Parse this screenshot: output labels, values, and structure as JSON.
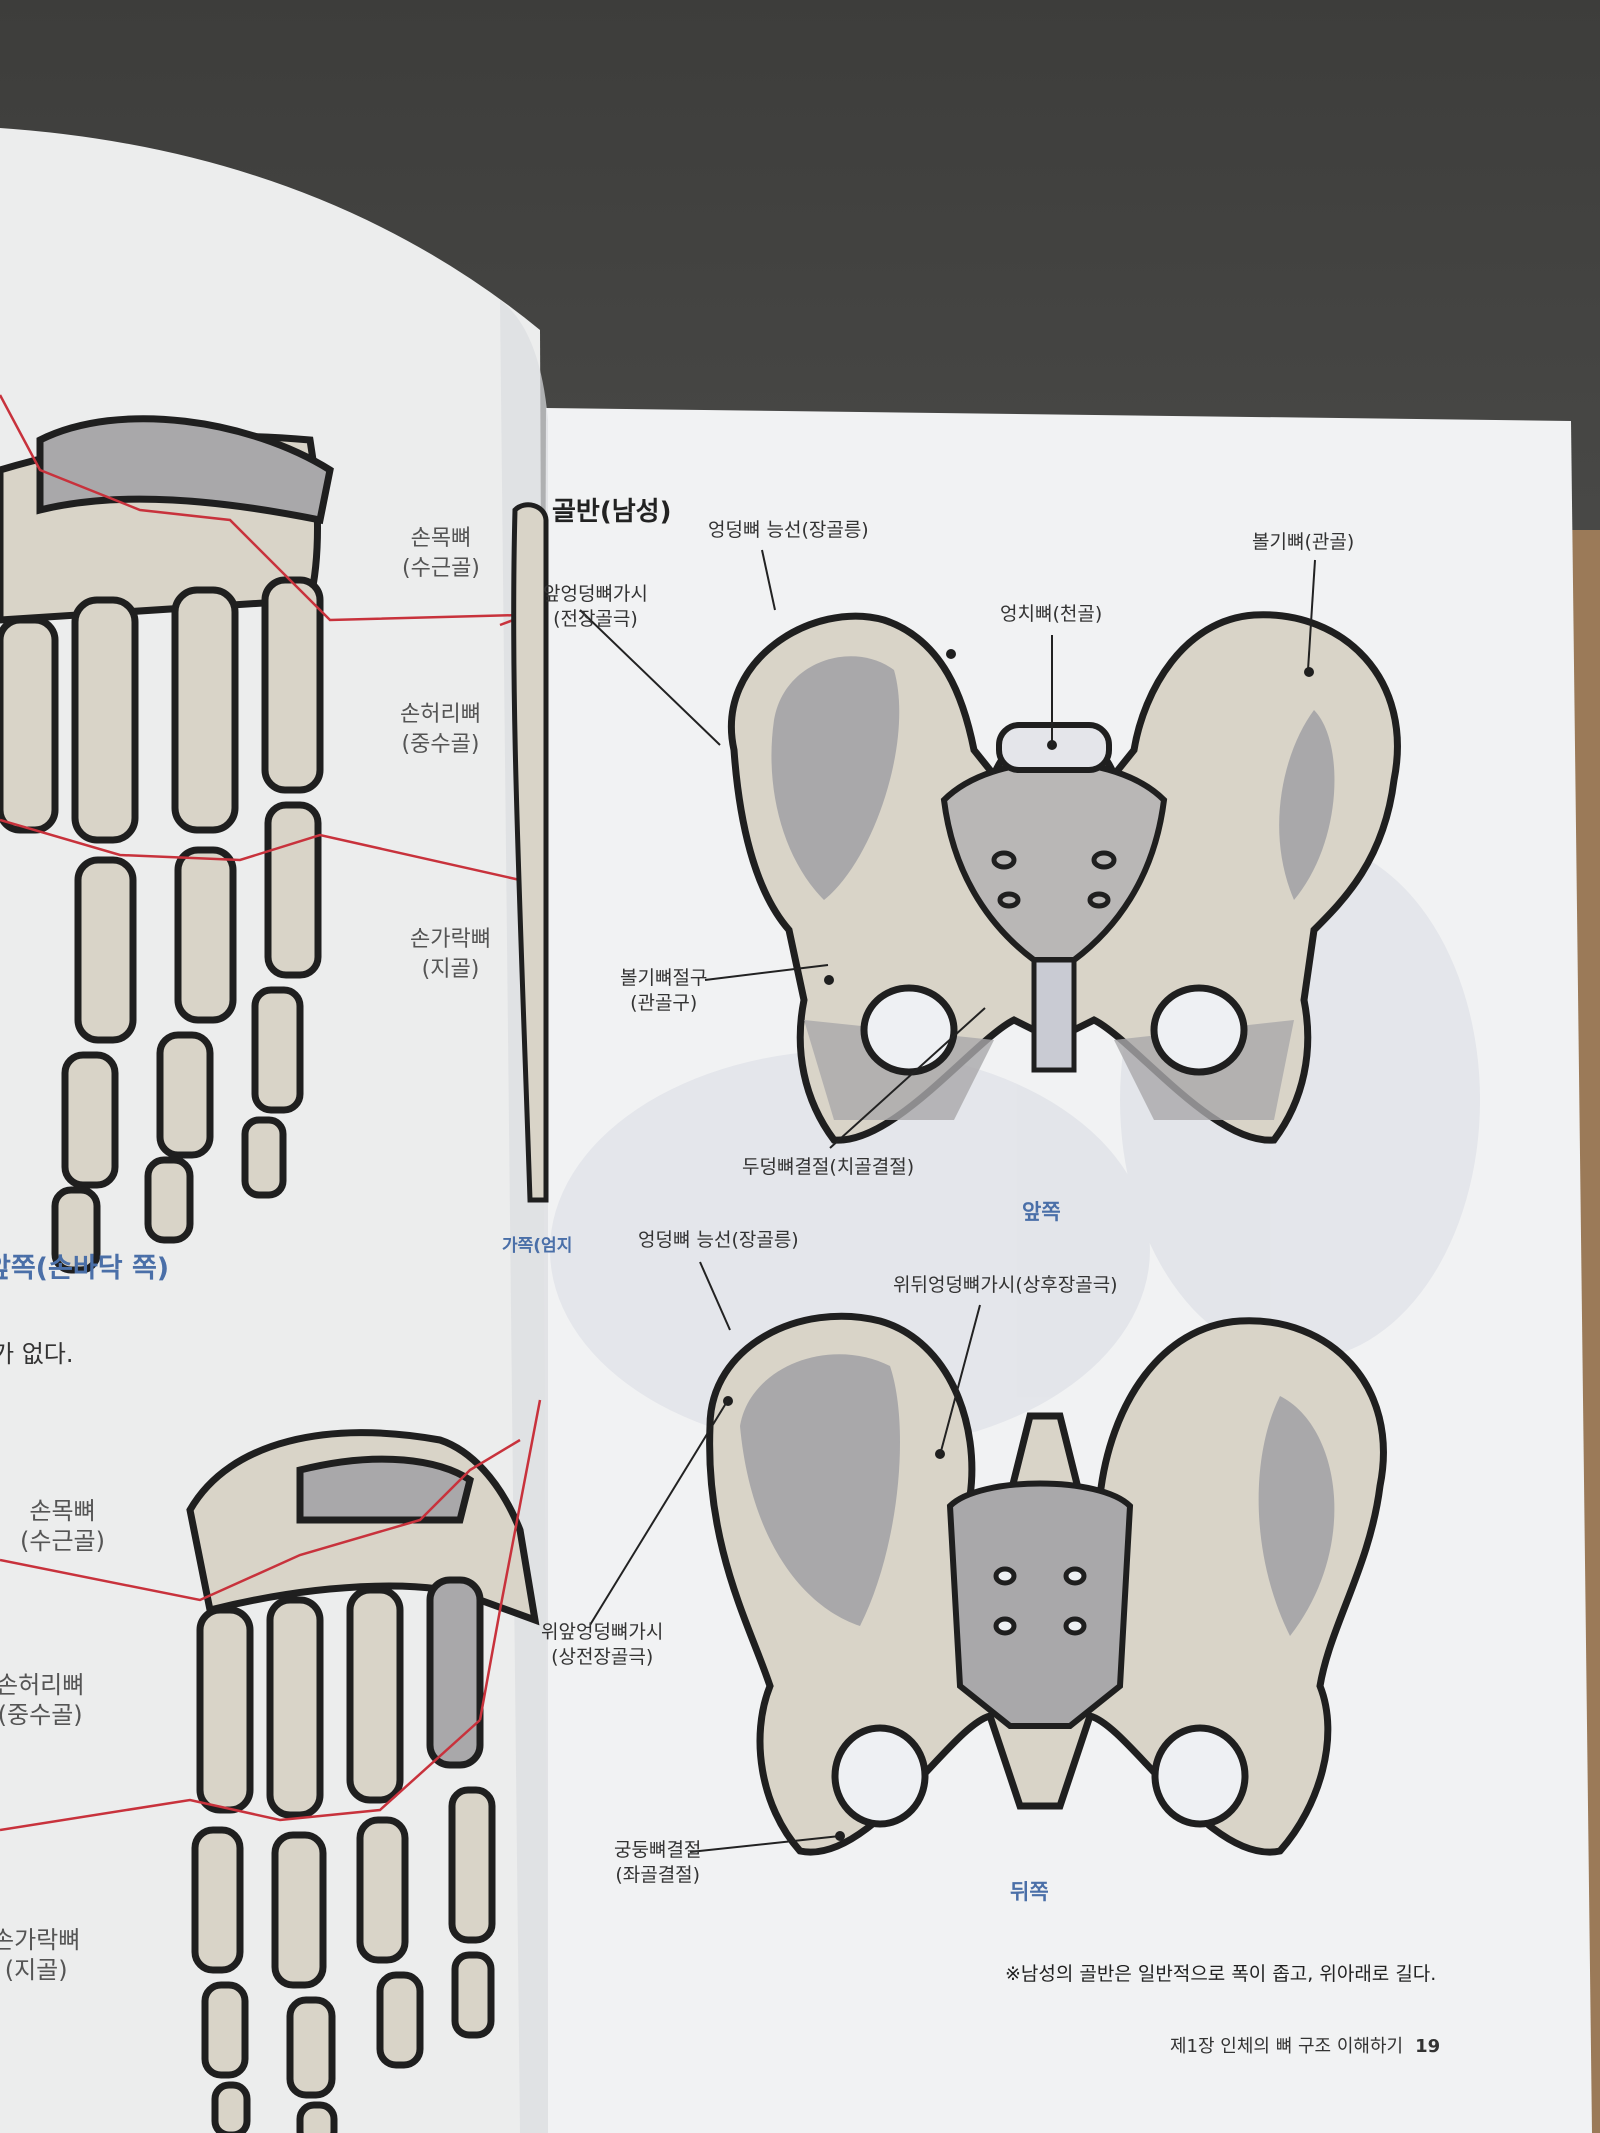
{
  "right_page": {
    "title": "골반(남성)",
    "front_view": {
      "caption": "앞쪽",
      "labels": {
        "iliac_crest": "엉덩뼈 능선(장골릉)",
        "hip_bone": "볼기뼈(관골)",
        "sacrum": "엉치뼈(천골)",
        "asis_line1": "앞엉덩뼈가시",
        "asis_line2": "(전장골극)",
        "acetabulum_line1": "볼기뼈절구",
        "acetabulum_line2": "(관골구)",
        "pubic_tubercle": "두덩뼈결절(치골결절)"
      }
    },
    "back_view": {
      "caption": "뒤쪽",
      "labels": {
        "iliac_crest": "엉덩뼈 능선(장골릉)",
        "psis": "위뒤엉덩뼈가시(상후장골극)",
        "asis_line1": "위앞엉덩뼈가시",
        "asis_line2": "(상전장골극)",
        "ischial_line1": "궁둥뼈결절",
        "ischial_line2": "(좌골결절)"
      }
    },
    "note": "※남성의 골반은 일반적으로 폭이 좁고, 위아래로 길다.",
    "footer": {
      "chapter": "제1장  인체의 뼈 구조 이해하기",
      "page_number": "19"
    }
  },
  "left_page": {
    "upper_hand": {
      "carpals_line1": "손목뼈",
      "carpals_line2": "(수근골)",
      "metacarpals_line1": "손허리뼈",
      "metacarpals_line2": "(중수골)",
      "phalanges_line1": "손가락뼈",
      "phalanges_line2": "(지골)",
      "caption": "앞쪽(손바닥 쪽)",
      "side_caption": "가쪽(엄지"
    },
    "body_text": "가 없다.",
    "lower_hand": {
      "carpals_line1": "손목뼈",
      "carpals_line2": "(수근골)",
      "metacarpals_line1": "손허리뼈",
      "metacarpals_line2": "(중수골)",
      "phalanges_line1": "손가락뼈",
      "phalanges_line2": "(지골)"
    }
  },
  "colors": {
    "bone": "#d9d4c8",
    "bone_shadow": "#a9a8aa",
    "outline": "#1f1f1f",
    "guide_line": "#c8323c",
    "caption_blue": "#4a6fa8"
  }
}
